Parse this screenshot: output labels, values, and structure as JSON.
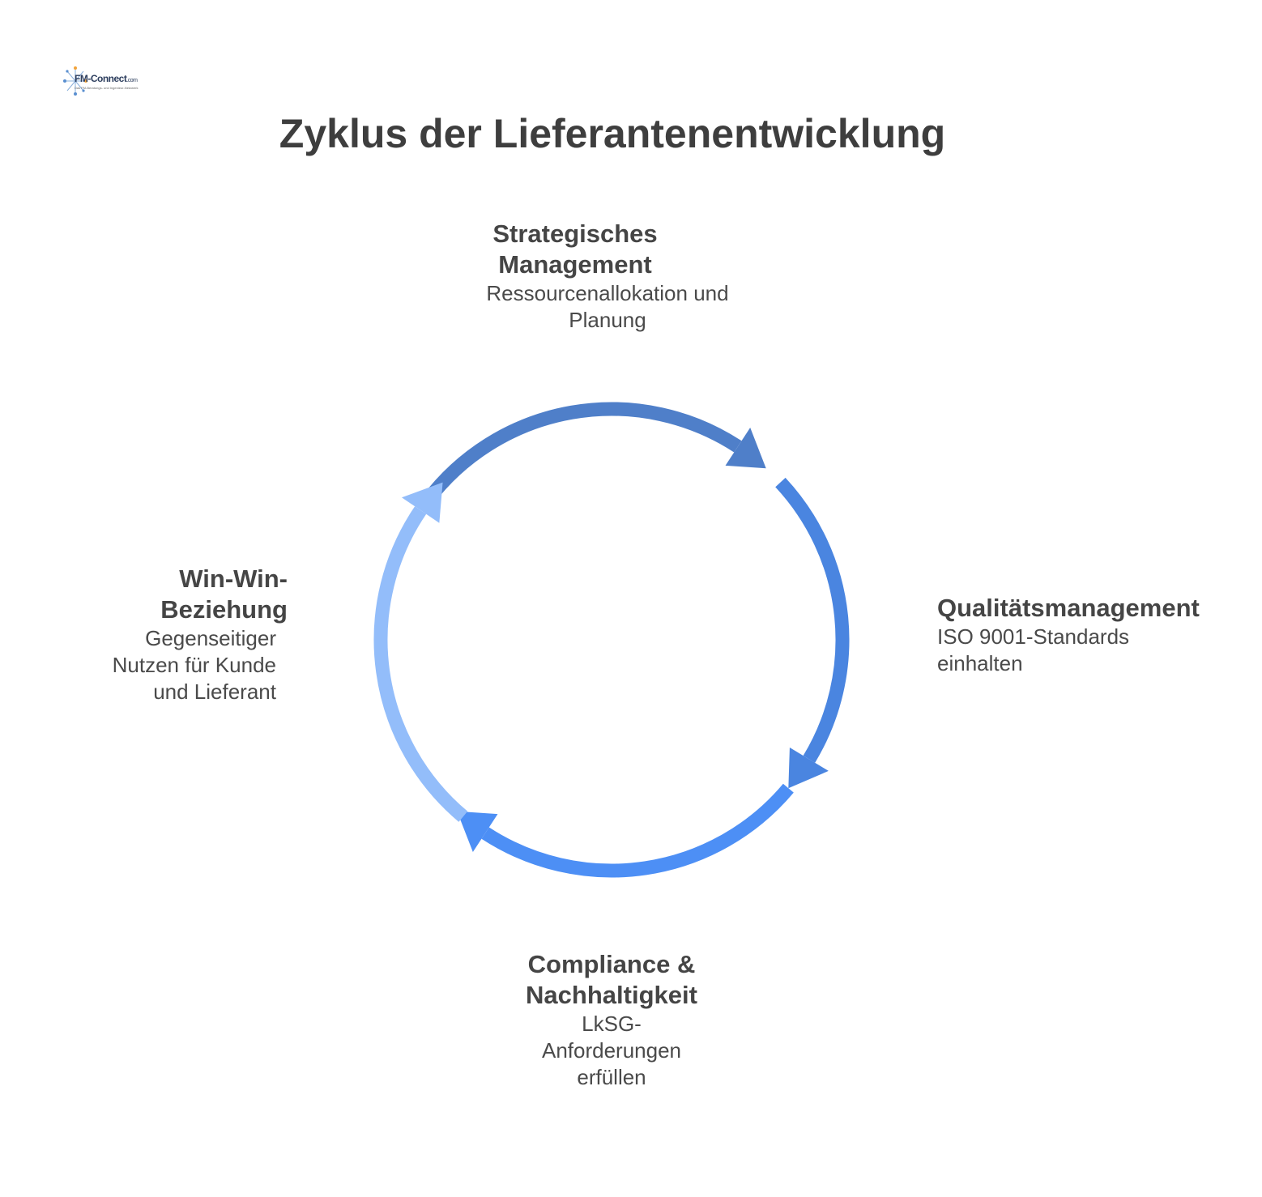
{
  "logo": {
    "name": "FM-Connect",
    "suffix": ".com",
    "tagline": "Das FM-Beratungs- und Ingenieur-Netzwerk"
  },
  "title": "Zyklus der Lieferantenentwicklung",
  "steps": [
    {
      "heading": "Strategisches Management",
      "description": "Ressourcenallokation und Planung",
      "color": "#4f7fc9"
    },
    {
      "heading": "Qualitätsmanagement",
      "description": "ISO 9001-Standards einhalten",
      "color": "#4a85e0"
    },
    {
      "heading": "Compliance & Nachhaltigkeit",
      "description": "LkSG-Anforderungen erfüllen",
      "color": "#4d8ff5"
    },
    {
      "heading": "Win-Win-Beziehung",
      "description": "Gegenseitiger Nutzen für Kunde und Lieferant",
      "color": "#93bdfa"
    }
  ]
}
